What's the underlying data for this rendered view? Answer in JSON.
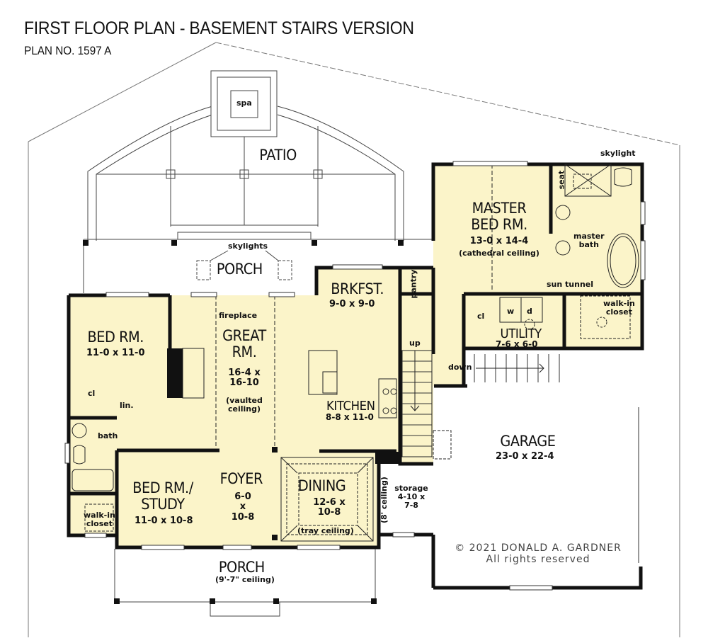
{
  "header": {
    "title": "FIRST FLOOR PLAN - BASEMENT STAIRS VERSION",
    "plan_number": "PLAN NO. 1597 A"
  },
  "colors": {
    "interior_fill": "#fbf4c9",
    "wall": "#111111",
    "exterior_line": "#555555",
    "background": "#ffffff"
  },
  "rooms": {
    "patio": {
      "name": "PATIO"
    },
    "spa": {
      "name": "spa"
    },
    "rear_porch": {
      "name": "PORCH",
      "note": "skylights"
    },
    "master": {
      "name_line1": "MASTER",
      "name_line2": "BED RM.",
      "dims": "13-0 x 14-4",
      "note": "(cathedral ceiling)"
    },
    "master_bath": {
      "name_line1": "master",
      "name_line2": "bath",
      "skylight": "skylight",
      "seat": "seat"
    },
    "walkin_master": {
      "name_line1": "walk-in",
      "name_line2": "closet",
      "sun_tunnel": "sun tunnel"
    },
    "utility": {
      "name": "UTILITY",
      "dims": "7-6 x 6-0",
      "closet": "cl",
      "washer": "w",
      "dryer": "d"
    },
    "brkfst": {
      "name": "BRKFST.",
      "dims": "9-0 x 9-0",
      "pantry": "pantry"
    },
    "great": {
      "name_line1": "GREAT",
      "name_line2": "RM.",
      "dims_line1": "16-4 x",
      "dims_line2": "16-10",
      "note_line1": "(vaulted",
      "note_line2": "ceiling)",
      "fireplace": "fireplace"
    },
    "bed": {
      "name": "BED RM.",
      "dims": "11-0 x 11-0",
      "closet": "cl",
      "linen": "lin.",
      "bath": "bath"
    },
    "kitchen": {
      "name": "KITCHEN",
      "dims": "8-8 x 11-0"
    },
    "stairs": {
      "up": "up",
      "down": "down"
    },
    "study": {
      "name_line1": "BED RM./",
      "name_line2": "STUDY",
      "dims": "11-0 x 10-8",
      "walkin_line1": "walk-in",
      "walkin_line2": "closet"
    },
    "foyer": {
      "name": "FOYER",
      "dims_line1": "6-0",
      "dims_line2": "x",
      "dims_line3": "10-8"
    },
    "dining": {
      "name": "DINING",
      "dims_line1": "12-6 x",
      "dims_line2": "10-8",
      "note": "(tray ceiling)",
      "side_note": "(8' ceiling)"
    },
    "storage": {
      "name": "storage",
      "dims_line1": "4-10 x",
      "dims_line2": "7-8"
    },
    "garage": {
      "name": "GARAGE",
      "dims": "23-0 x 22-4"
    },
    "front_porch": {
      "name": "PORCH",
      "note": "(9'-7\" ceiling)"
    }
  },
  "copyright": {
    "line1": "© 2021 DONALD A. GARDNER",
    "line2": "All rights reserved"
  }
}
